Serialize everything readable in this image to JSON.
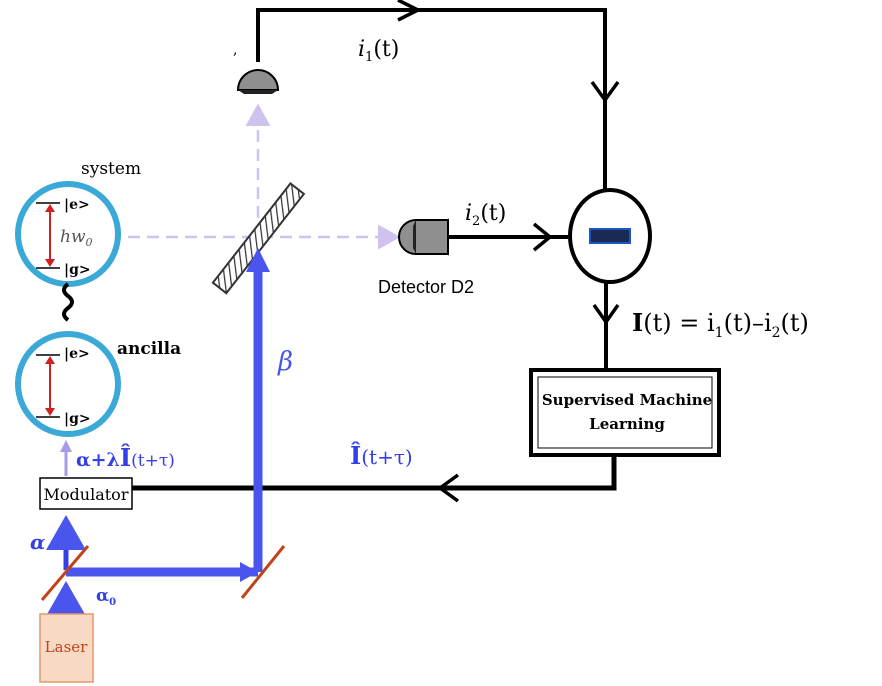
{
  "labels": {
    "system": "system",
    "ancilla": "ancilla",
    "state_e": "|e>",
    "state_g": "|g>",
    "energy": "hw",
    "energy_sub": "0",
    "detector_d2": "Detector D2",
    "i1_pre": "i",
    "i1_sub": "1",
    "i1_post": "(t)",
    "i2_pre": "i",
    "i2_sub": "2",
    "i2_post": "(t)",
    "equation_lhs": "I",
    "equation_mid": "(t) = i",
    "equation_sub1": "1",
    "equation_mid2": "(t)–i",
    "equation_sub2": "2",
    "equation_end": "(t)",
    "supervised_line1": "Supervised Machine",
    "supervised_line2": "Learning",
    "feedback_hat": "Î",
    "feedback_arg": "(t+τ)",
    "modulator": "Modulator",
    "modulator_input_prefix": "α+λ",
    "modulator_input_hat": "Î",
    "modulator_input_arg": "(t+τ)",
    "beta": "β",
    "alpha": "α",
    "alpha0": "α",
    "alpha0_sub": "0",
    "laser": "Laser"
  },
  "colors": {
    "beam_blue": "#4a55ee",
    "dashed_lavender": "#cfc2ef",
    "ring_cyan": "#3aa9d8",
    "transition_red": "#d21f1f",
    "mirror_orange": "#c0441a",
    "laser_fill": "#f7d9c4",
    "laser_border": "#e39a6c",
    "subtractor_blue": "#1a55c4"
  }
}
